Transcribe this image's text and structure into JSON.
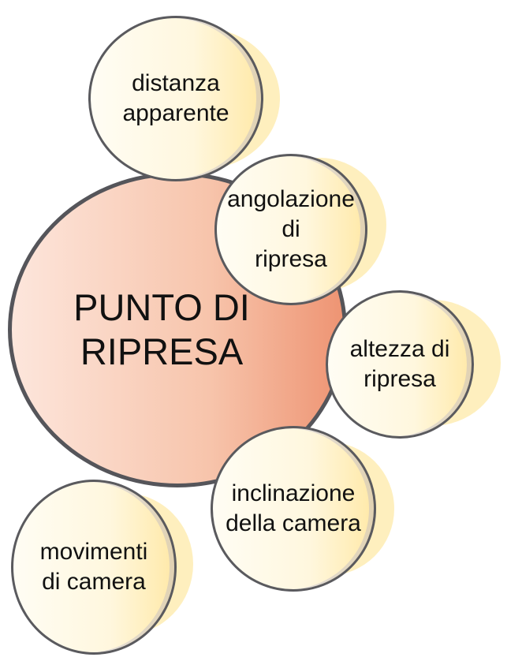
{
  "center": {
    "label": "PUNTO DI\nRIPRESA"
  },
  "nodes": [
    {
      "label": "distanza\napparente"
    },
    {
      "label": "angolazione\ndi\nripresa"
    },
    {
      "label": "altezza di\nripresa"
    },
    {
      "label": "inclinazione\ndella camera"
    },
    {
      "label": "movimenti\ndi camera"
    }
  ],
  "colors": {
    "center_fill": "#f7c4ab",
    "node_fill": "#fff7de",
    "outline": "#55555a"
  }
}
